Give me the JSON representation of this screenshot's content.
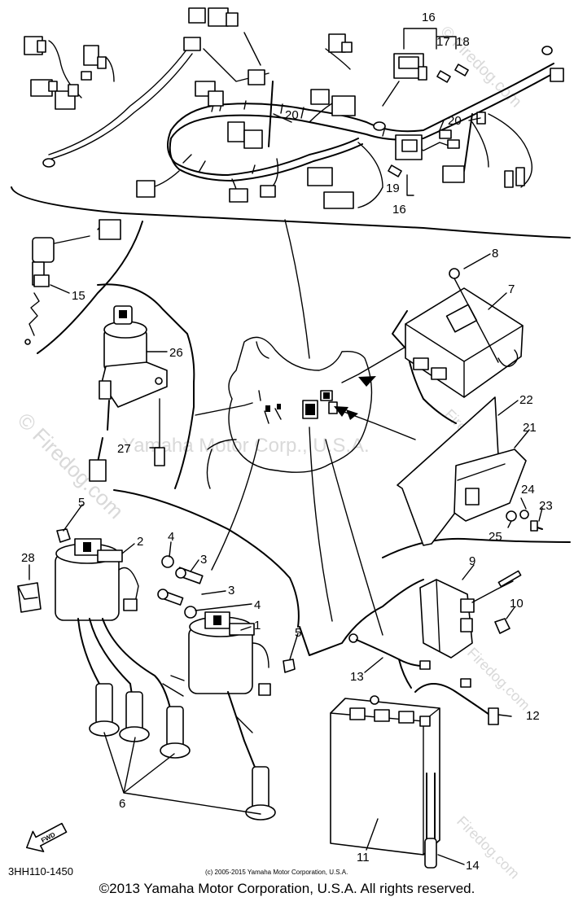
{
  "part_labels": {
    "p1": "1",
    "p2": "2",
    "p3a": "3",
    "p3b": "3",
    "p4a": "4",
    "p4b": "4",
    "p5a": "5",
    "p5b": "5",
    "p6": "6",
    "p7": "7",
    "p8": "8",
    "p9": "9",
    "p10": "10",
    "p11": "11",
    "p12": "12",
    "p13": "13",
    "p14": "14",
    "p15": "15",
    "p16a": "16",
    "p16b": "16",
    "p17": "17",
    "p18": "18",
    "p19": "19",
    "p20a": "20",
    "p20b": "20",
    "p21": "21",
    "p22": "22",
    "p23": "23",
    "p24": "24",
    "p25": "25",
    "p26": "26",
    "p27": "27",
    "p28": "28"
  },
  "diagram_code": "3HH110-1450",
  "fwd_label": "FWD",
  "small_copyright": "(c) 2005-2015 Yamaha Motor Corporation, U.S.A.",
  "watermarks": {
    "firedog_left": "© Firedog.com",
    "center": "Yamaha Motor Corp., U.S.A.",
    "firedog_right_top": "© Firedog.com",
    "firedog_right_mid": "Firedog.com",
    "firedog_right_low": "© Firedog.com",
    "firedog_bottom": "Firedog.com"
  },
  "footer_copyright": "©2013 Yamaha Motor Corporation, U.S.A. All rights reserved."
}
